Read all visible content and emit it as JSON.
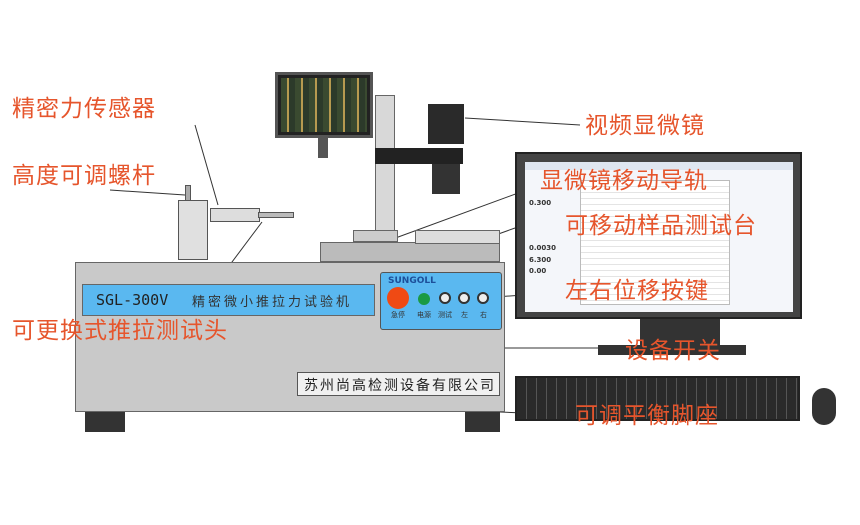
{
  "machine": {
    "model": "SGL-300V",
    "name": "精密微小推拉力试验机",
    "company": "苏州尚高检测设备有限公司"
  },
  "panel": {
    "brand": "SUNGOLL",
    "buttons": [
      {
        "label": "急停"
      },
      {
        "label": "电源"
      },
      {
        "label": "测试"
      },
      {
        "label": "左"
      },
      {
        "label": "右"
      }
    ]
  },
  "screen": {
    "readouts": [
      "0.300",
      "0.0030",
      "6.300",
      "0.00"
    ]
  },
  "annotations": {
    "sensor": "精密力传感器",
    "screw": "高度可调螺杆",
    "head": "可更换式推拉测试头",
    "microscope": "视频显微镜",
    "rail": "显微镜移动导轨",
    "stage": "可移动样品测试台",
    "lr_keys": "左右位移按键",
    "power": "设备开关",
    "feet": "可调平衡脚座"
  },
  "colors": {
    "label": "#e6552c",
    "panel": "#5ab8f0",
    "body": "#c9c9c9"
  }
}
